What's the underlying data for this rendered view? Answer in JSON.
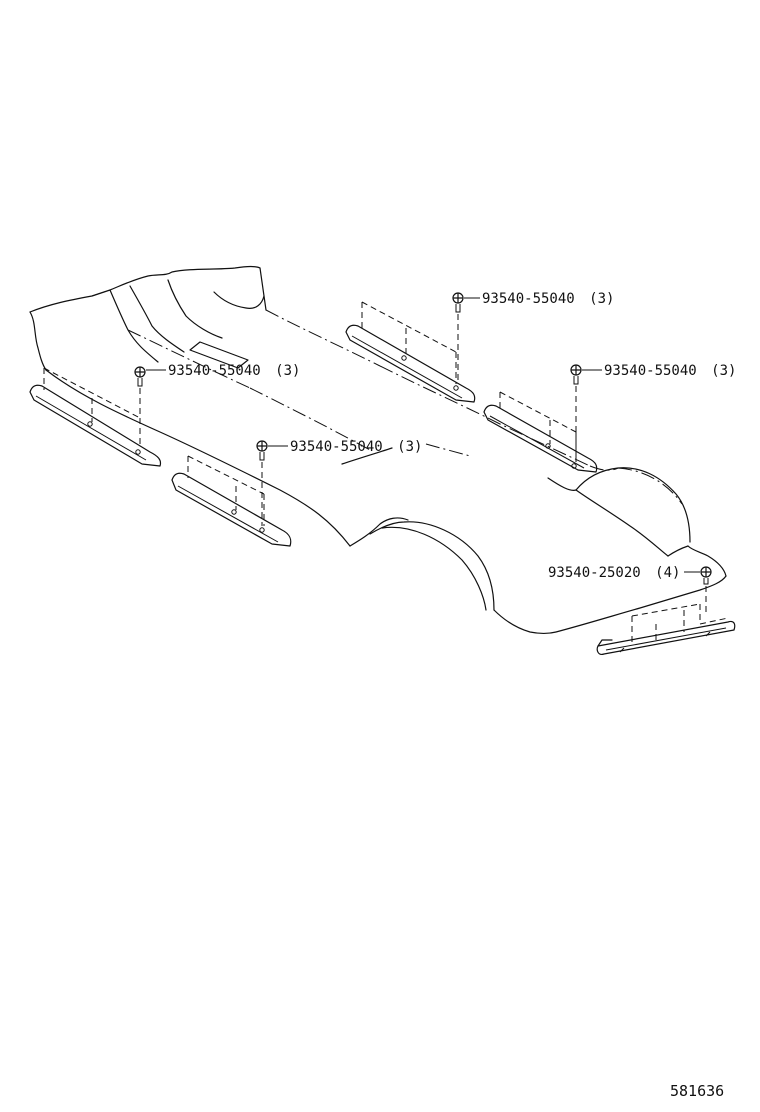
{
  "callouts": [
    {
      "id": "c1",
      "part_number": "93540-55040",
      "quantity": "(3)"
    },
    {
      "id": "c2",
      "part_number": "93540-55040",
      "quantity": "(3)"
    },
    {
      "id": "c3",
      "part_number": "93540-55040",
      "quantity": "(3)"
    },
    {
      "id": "c4",
      "part_number": "93540-55040",
      "quantity": "(3)"
    },
    {
      "id": "c5",
      "part_number": "93540-25020",
      "quantity": "(4)"
    }
  ],
  "diagram_id": "581636"
}
